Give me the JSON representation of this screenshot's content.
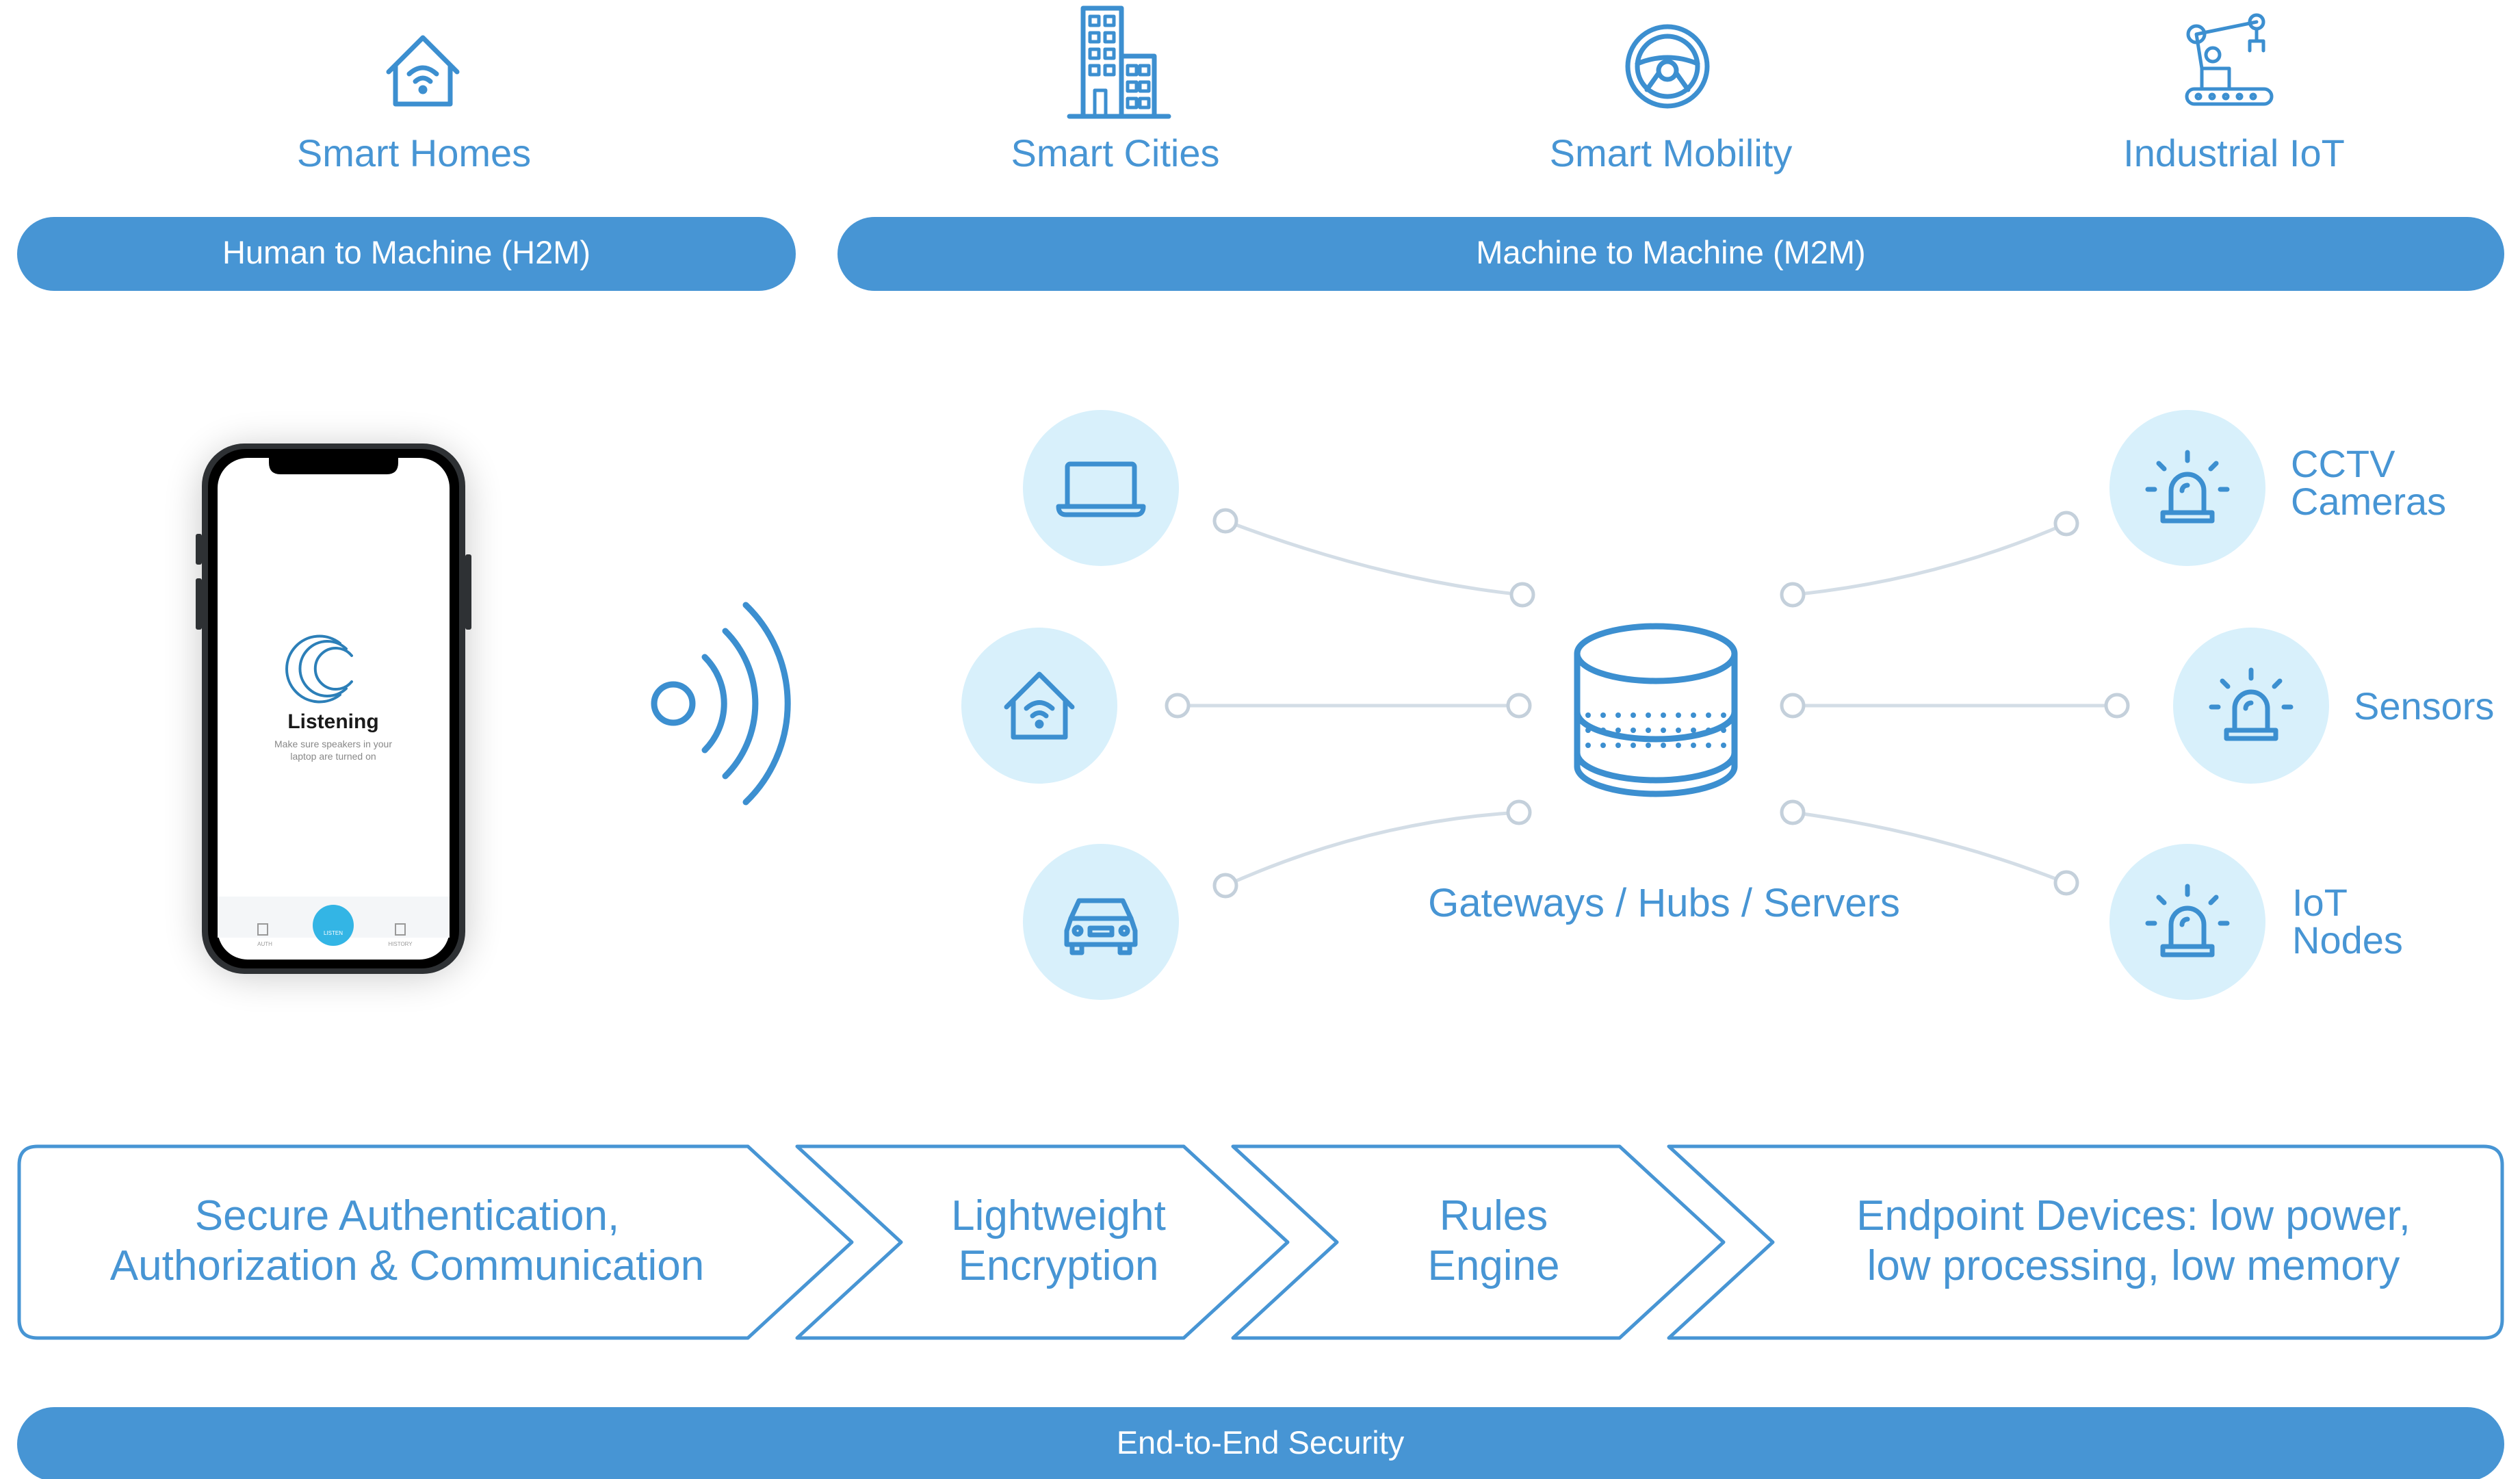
{
  "colors": {
    "accent": "#4795d4",
    "light_circle": "#d8f0fb",
    "connector": "#d3dde6"
  },
  "categories": [
    {
      "label": "Smart Homes",
      "icon": "home-wifi-icon"
    },
    {
      "label": "Smart Cities",
      "icon": "buildings-icon"
    },
    {
      "label": "Smart Mobility",
      "icon": "steering-wheel-icon"
    },
    {
      "label": "Industrial IoT",
      "icon": "robot-arm-icon"
    }
  ],
  "bars": {
    "h2m": "Human to Machine (H2M)",
    "m2m": "Machine to Machine (M2M)",
    "security": "End-to-End Security"
  },
  "phone": {
    "status": "Listening",
    "hint_line1": "Make sure speakers in your",
    "hint_line2": "laptop are turned on",
    "nav": [
      "AUTH",
      "LISTEN",
      "HISTORY"
    ]
  },
  "left_devices": [
    {
      "icon": "laptop-icon"
    },
    {
      "icon": "home-wifi-icon"
    },
    {
      "icon": "car-icon"
    }
  ],
  "hub": {
    "label": "Gateways / Hubs / Servers",
    "icon": "database-icon"
  },
  "right_devices": [
    {
      "lines": [
        "CCTV",
        "Cameras"
      ],
      "icon": "alarm-light-icon"
    },
    {
      "lines": [
        "Sensors"
      ],
      "icon": "alarm-light-icon"
    },
    {
      "lines": [
        "IoT",
        "Nodes"
      ],
      "icon": "alarm-light-icon"
    }
  ],
  "process_steps": [
    {
      "line1": "Secure Authentication,",
      "line2": "Authorization & Communication"
    },
    {
      "line1": "Lightweight",
      "line2": "Encryption"
    },
    {
      "line1": "Rules",
      "line2": "Engine"
    },
    {
      "line1": "Endpoint Devices: low power,",
      "line2": "low processing, low memory"
    }
  ]
}
